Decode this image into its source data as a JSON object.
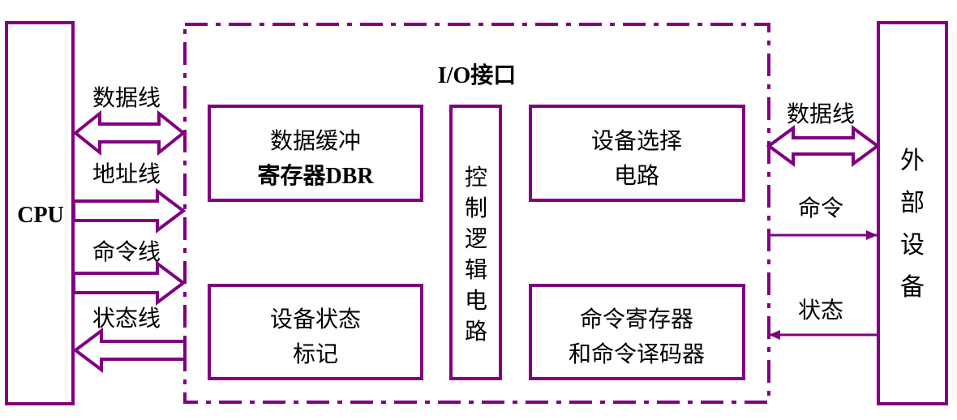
{
  "colors": {
    "accent": "#800080",
    "text": "#000000"
  },
  "cpu": {
    "label": "CPU"
  },
  "io_interface": {
    "title": "I/O接口",
    "dbr": {
      "line1": "数据缓冲",
      "line2": "寄存器DBR"
    },
    "status_flag": {
      "line1": "设备状态",
      "line2": "标记"
    },
    "control_logic": {
      "chars": [
        "控",
        "制",
        "逻",
        "辑",
        "电",
        "路"
      ]
    },
    "device_select": {
      "line1": "设备选择",
      "line2": "电路"
    },
    "command_reg": {
      "line1": "命令寄存器",
      "line2": "和命令译码器"
    }
  },
  "cpu_lines": {
    "data": "数据线",
    "address": "地址线",
    "command": "命令线",
    "status": "状态线"
  },
  "device_lines": {
    "data": "数据线",
    "command": "命令",
    "status": "状态"
  },
  "external_device": {
    "chars": [
      "外",
      "部",
      "设",
      "备"
    ]
  }
}
